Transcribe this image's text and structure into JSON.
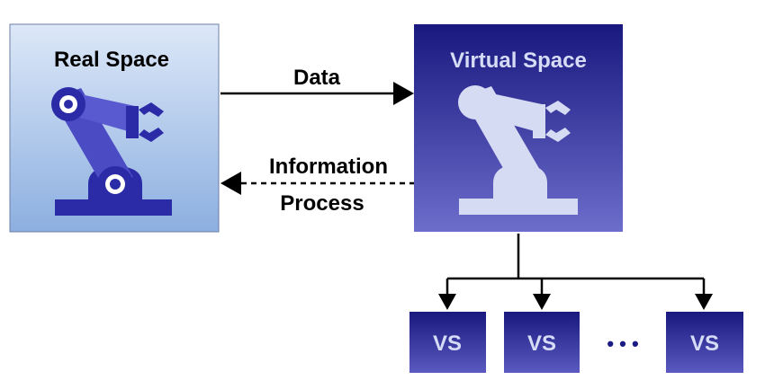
{
  "diagram": {
    "real_space": {
      "title": "Real Space"
    },
    "virtual_space": {
      "title": "Virtual Space"
    },
    "data_arrow": {
      "label": "Data"
    },
    "info_arrow": {
      "label_line1": "Information",
      "label_line2": "Process"
    },
    "sub_boxes": [
      {
        "label": "VS"
      },
      {
        "label": "VS"
      },
      {
        "label": "VS"
      }
    ],
    "ellipsis": "• • •"
  },
  "colors": {
    "real_top": "#dce7f7",
    "real_bottom": "#8fb1e2",
    "virtual_top": "#1b1b86",
    "virtual_bottom": "#6a6ac9",
    "robot_real": "#2b2ba8",
    "robot_virtual": "#d4d9f3",
    "line": "#000000"
  }
}
